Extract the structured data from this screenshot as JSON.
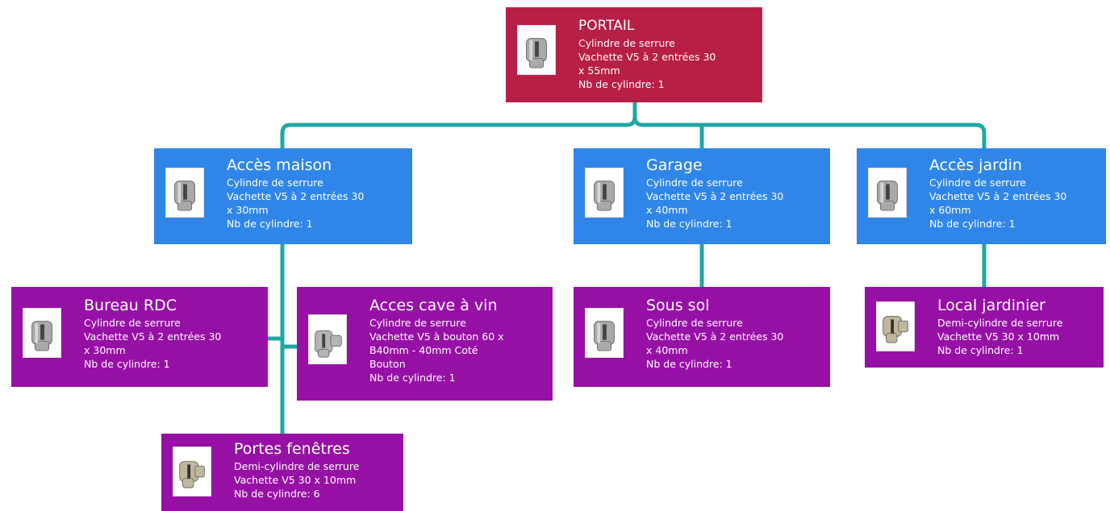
{
  "colors": {
    "root": "#b81f45",
    "level1": "#2f86e8",
    "level2": "#9710a6",
    "connector": "#1fa7a3"
  },
  "nodes": {
    "portail": {
      "title": "PORTAIL",
      "type": "Cylindre de serrure",
      "model": "Vachette V5 à 2 entrées  30",
      "size": "x 55mm",
      "count": "Nb de cylindre: 1",
      "icon": "cylinder-lock-icon"
    },
    "acces_maison": {
      "title": "Accès maison",
      "type": "Cylindre de serrure",
      "model": "Vachette V5 à 2 entrées  30",
      "size": "x 30mm",
      "count": "Nb de cylindre: 1",
      "icon": "cylinder-lock-icon"
    },
    "garage": {
      "title": "Garage",
      "type": "Cylindre de serrure",
      "model": "Vachette V5 à 2 entrées  30",
      "size": "x 40mm",
      "count": "Nb de cylindre: 1",
      "icon": "cylinder-lock-icon"
    },
    "acces_jardin": {
      "title": "Accès jardin",
      "type": "Cylindre de serrure",
      "model": "Vachette V5 à 2 entrées  30",
      "size": "x 60mm",
      "count": "Nb de cylindre: 1",
      "icon": "cylinder-lock-icon"
    },
    "bureau_rdc": {
      "title": "Bureau RDC",
      "type": "Cylindre de serrure",
      "model": "Vachette V5 à 2 entrées  30",
      "size": "x 30mm",
      "count": "Nb de cylindre: 1",
      "icon": "cylinder-lock-icon"
    },
    "acces_cave": {
      "title": "Acces cave à vin",
      "type": "Cylindre de serrure",
      "model": "Vachette V5 à bouton 60 x",
      "size": "B40mm - 40mm Coté",
      "extra": "Bouton",
      "count": "Nb de cylindre: 1",
      "icon": "knob-cylinder-icon"
    },
    "sous_sol": {
      "title": "Sous sol",
      "type": "Cylindre de serrure",
      "model": "Vachette V5 à 2 entrées  30",
      "size": "x 40mm",
      "count": "Nb de cylindre: 1",
      "icon": "cylinder-lock-icon"
    },
    "local_jardinier": {
      "title": "Local jardinier",
      "type": "Demi-cylindre de serrure",
      "model": "Vachette V5   30 x 10mm",
      "count": "Nb de cylindre: 1",
      "icon": "half-cylinder-icon"
    },
    "portes_fenetres": {
      "title": "Portes fenêtres",
      "type": "Demi-cylindre de serrure",
      "model": "Vachette V5   30 x 10mm",
      "count": "Nb de cylindre: 6",
      "icon": "half-cylinder-icon"
    }
  }
}
